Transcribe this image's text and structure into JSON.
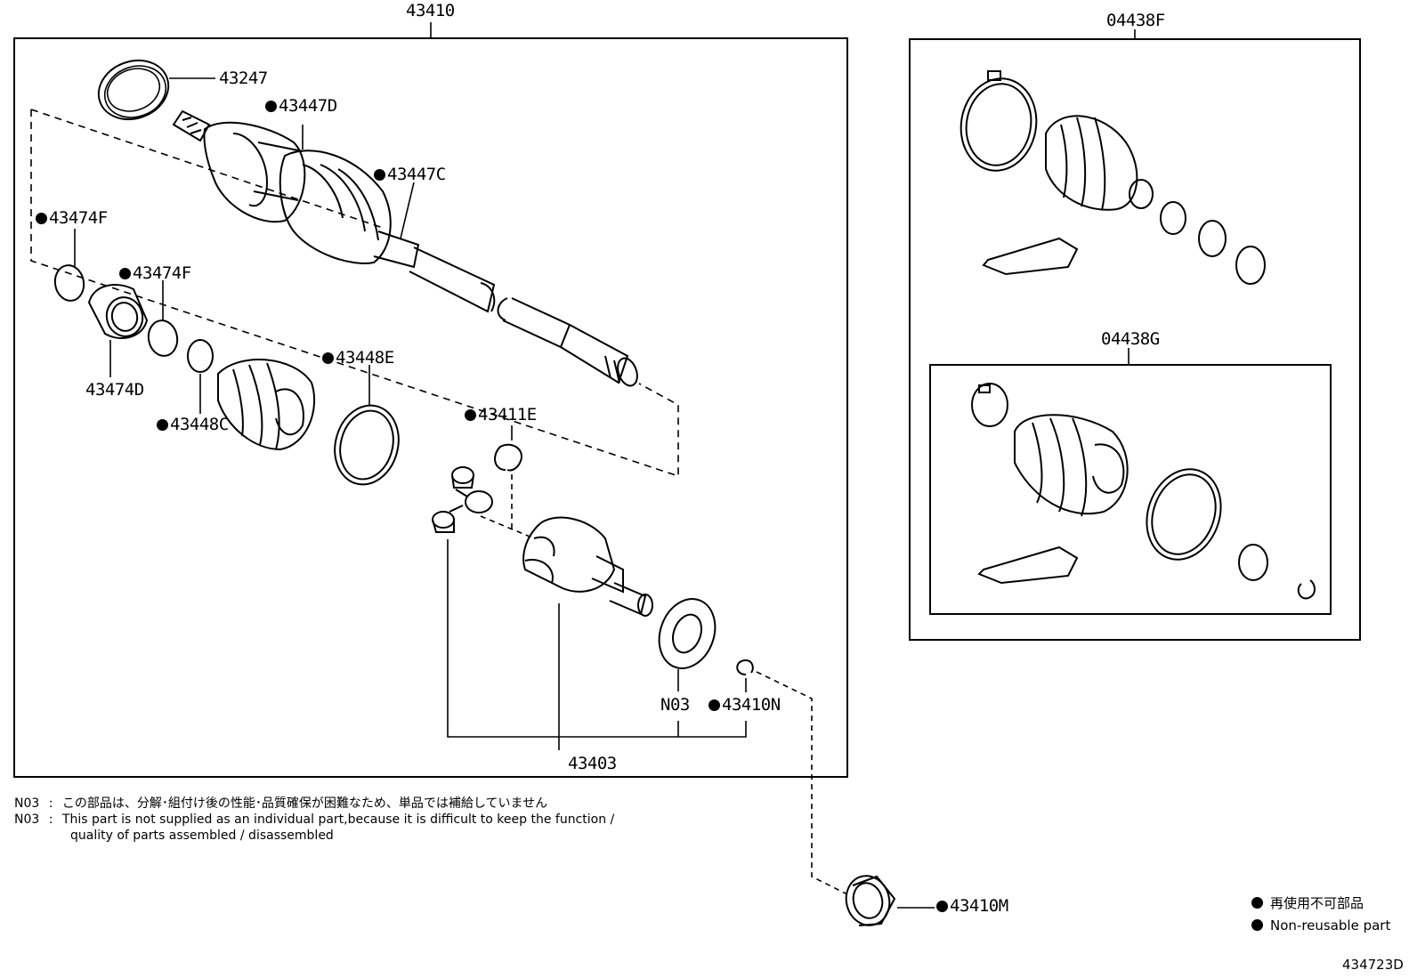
{
  "callouts": {
    "assembly": "43410",
    "dust_seal": "43247",
    "boot_clamp_large_outer": "43447D",
    "boot_clamp_small_outer": "43447C",
    "snap_ring_left": "43474F",
    "snap_ring_right": "43474F",
    "damper": "43474D",
    "boot_clamp_small_inner": "43448C",
    "boot_clamp_large_inner": "43448E",
    "snap_ring_tripod": "43411E",
    "inboard_joint": "43403",
    "washer": "N03",
    "hole_snap_ring": "43410N",
    "shaft_seal": "43410M",
    "boot_kit_outboard": "04438F",
    "boot_kit_inboard": "04438G"
  },
  "notes": {
    "n03_code_1": "N03",
    "n03_code_2": "N03",
    "separator": ":",
    "n03_japanese": "この部品は、分解･組付け後の性能･品質確保が困難なため、単品では補給していません",
    "n03_english_line1": "This part is not supplied as an individual part,because it is difficult to keep the function /",
    "n03_english_line2": "quality of parts assembled / disassembled"
  },
  "legend": {
    "japanese": "再使用不可部品",
    "english": "Non-reusable part"
  },
  "figure_id": "434723D"
}
